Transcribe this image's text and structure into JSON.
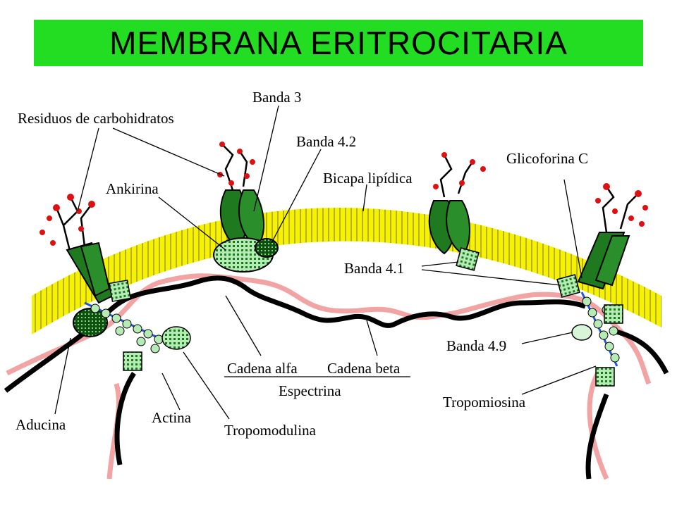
{
  "title": "MEMBRANA ERITROCITARIA",
  "colors": {
    "title_bar": "#22dd22",
    "lipid_bilayer": "#f6f200",
    "protein_dark": "#1f7a1f",
    "protein_light": "#b5ebb5",
    "spectrin_pink": "#f2a3a3",
    "spectrin_black": "#000000",
    "actin_blue": "#2255dd",
    "carbohydrate_red": "#dd1111"
  },
  "labels": {
    "residuos": "Residuos de carbohidratos",
    "banda3": "Banda 3",
    "banda42": "Banda 4.2",
    "ankirina": "Ankirina",
    "bicapa": "Bicapa lipídica",
    "glicoforina": "Glicoforina C",
    "banda41": "Banda 4.1",
    "banda49": "Banda 4.9",
    "cadena_alfa": "Cadena alfa",
    "cadena_beta": "Cadena beta",
    "espectrina": "Espectrina",
    "tropomiosina": "Tropomiosina",
    "aducina": "Aducina",
    "actina": "Actina",
    "tropomodulina": "Tropomodulina"
  }
}
